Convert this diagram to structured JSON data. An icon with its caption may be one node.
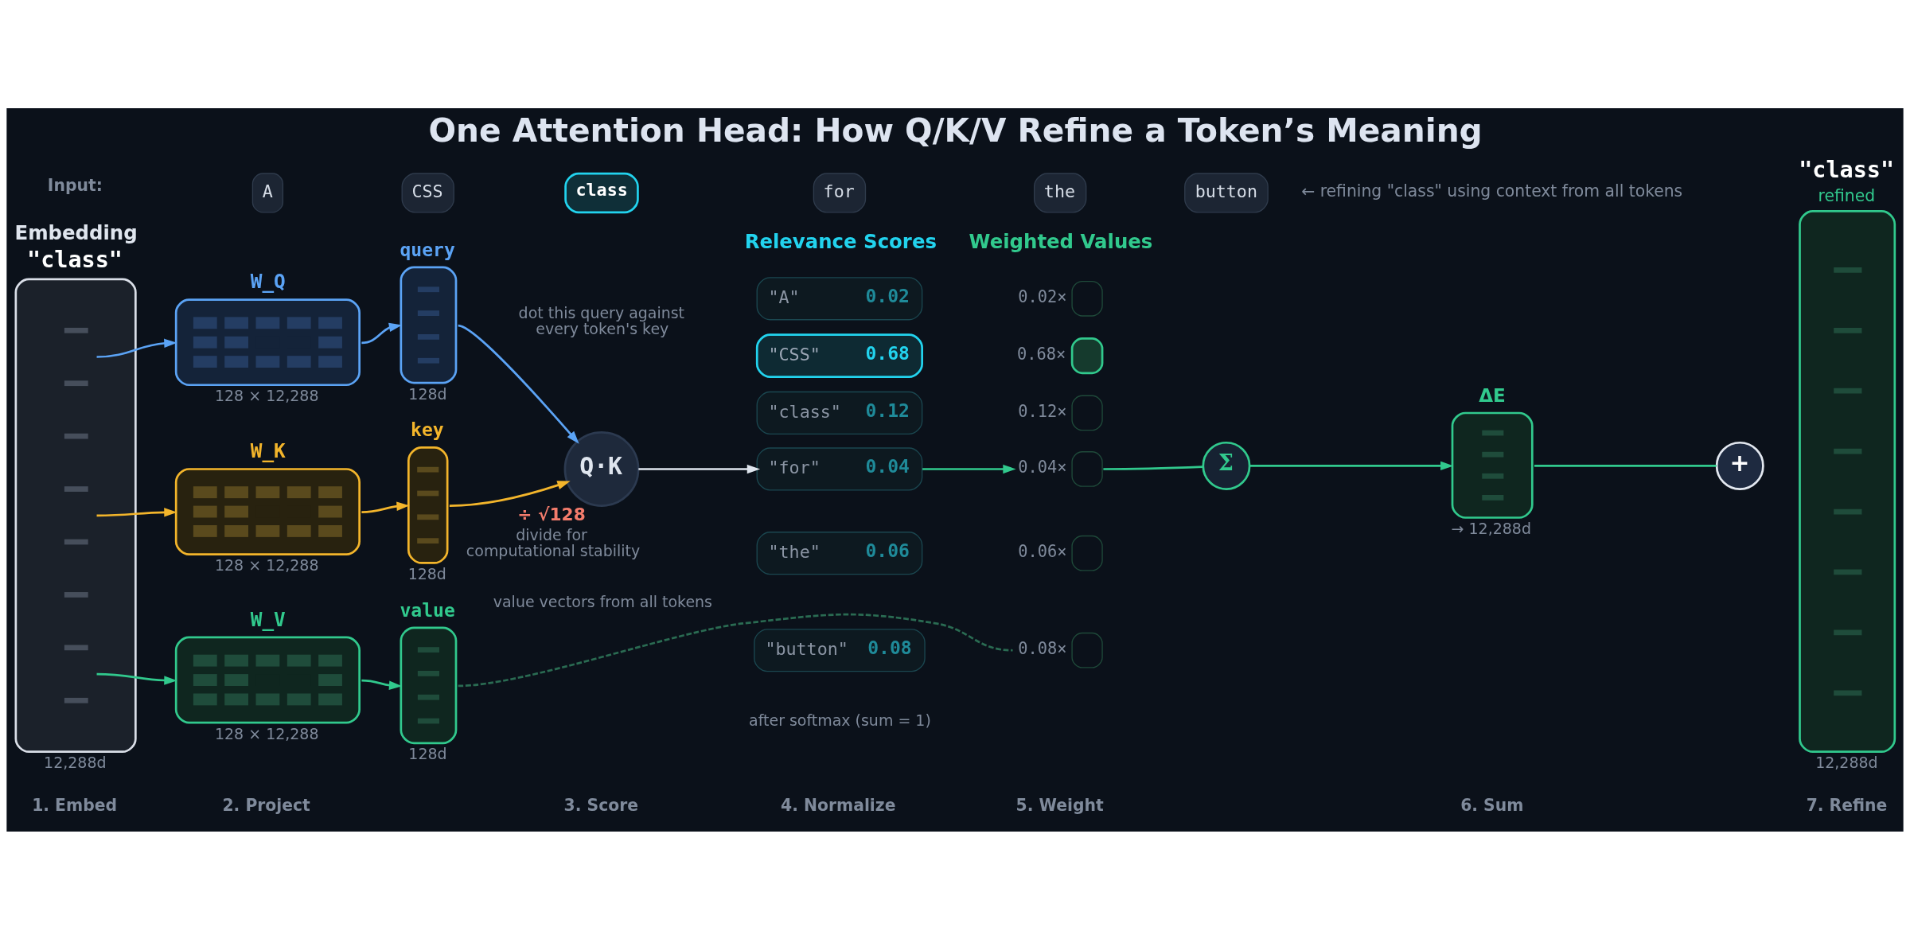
{
  "diagram": {
    "title": "One Attention Head: How Q/K/V Refine a Token’s Meaning",
    "nodes": [
      {
        "text": [
          "A"
        ]
      },
      {
        "text": [
          "CSS"
        ]
      },
      {
        "text": [
          "class"
        ]
      },
      {
        "text": [
          "for"
        ]
      },
      {
        "text": [
          "the"
        ]
      },
      {
        "text": [
          "button"
        ]
      },
      {
        "text": [
          "Embedding",
          "\"class\""
        ],
        "beside": [
          "12,288d"
        ]
      },
      {
        "text": [
          "W_Q"
        ],
        "beside": [
          "128 × 12,288"
        ]
      },
      {
        "text": [
          "W_K"
        ],
        "beside": [
          "128 × 12,288"
        ]
      },
      {
        "text": [
          "W_V"
        ],
        "beside": [
          "128 × 12,288"
        ]
      },
      {
        "text": [
          "query"
        ],
        "beside": [
          "128d"
        ]
      },
      {
        "text": [
          "key"
        ],
        "beside": [
          "128d"
        ]
      },
      {
        "text": [
          "value"
        ],
        "beside": [
          "128d"
        ]
      },
      {
        "text": [
          "Q·K"
        ],
        "beside": [
          "÷ √128",
          "divide for computational stability"
        ]
      },
      {
        "text": [
          "\"A\"",
          "0.02"
        ]
      },
      {
        "text": [
          "\"CSS\"",
          "0.68"
        ]
      },
      {
        "text": [
          "\"class\"",
          "0.12"
        ]
      },
      {
        "text": [
          "\"for\"",
          "0.04"
        ]
      },
      {
        "text": [
          "\"the\"",
          "0.06"
        ]
      },
      {
        "text": [
          "\"button\"",
          "0.08"
        ]
      },
      {
        "text": [],
        "shape": "box",
        "beside": [
          "0.02×"
        ]
      },
      {
        "text": [],
        "shape": "box",
        "beside": [
          "0.68×"
        ]
      },
      {
        "text": [],
        "shape": "box",
        "beside": [
          "0.12×"
        ]
      },
      {
        "text": [],
        "shape": "box",
        "beside": [
          "0.04×"
        ]
      },
      {
        "text": [],
        "shape": "box",
        "beside": [
          "0.06×"
        ]
      },
      {
        "text": [],
        "shape": "box",
        "beside": [
          "0.08×"
        ]
      },
      {
        "text": [
          "Σ"
        ]
      },
      {
        "text": [
          "ΔE"
        ],
        "beside": [
          "→ 12,288d"
        ]
      },
      {
        "text": [
          "+"
        ]
      },
      {
        "text": [
          "\"class\"",
          "refined"
        ],
        "beside": [
          "12,288d"
        ]
      }
    ],
    "edges": [
      {
        "from": 6,
        "to": 7,
        "arrow": "to",
        "color": "#5ba3f5"
      },
      {
        "from": 6,
        "to": 8,
        "arrow": "to",
        "color": "#f3b52b"
      },
      {
        "from": 6,
        "to": 9,
        "arrow": "to"
      },
      {
        "from": 7,
        "to": 10,
        "arrow": "to",
        "color": "#5ba3f5"
      },
      {
        "from": 8,
        "to": 11,
        "arrow": "to",
        "color": "#f3b52b"
      },
      {
        "from": 9,
        "to": 12,
        "arrow": "to"
      },
      {
        "from": 10,
        "to": 13,
        "arrow": "to",
        "color": "#5ba3f5"
      },
      {
        "from": 11,
        "to": 13,
        "arrow": "to",
        "color": "#f3b52b"
      },
      {
        "from": 13,
        "to": 17,
        "arrow": "to",
        "color": "#dfe5ee"
      },
      {
        "from": 17,
        "to": 23,
        "arrow": "to"
      },
      {
        "from": 23,
        "to": 26,
        "arrow": "none"
      },
      {
        "from": 26,
        "to": 27,
        "arrow": "to"
      },
      {
        "from": 27,
        "to": 28,
        "arrow": "none"
      },
      {
        "from": 12,
        "to": 25,
        "arrow": "none",
        "style": "dashed",
        "color": "#2a6b52"
      }
    ],
    "labels": [
      "Input:",
      "← refining \"class\" using context from all tokens",
      "dot this query against every token's key",
      "Relevance Scores",
      "Weighted Values",
      "after softmax (sum = 1)",
      "value vectors from all tokens",
      "1. Embed",
      "2. Project",
      "3. Score",
      "4. Normalize",
      "5. Weight",
      "6. Sum",
      "7. Refine"
    ]
  }
}
